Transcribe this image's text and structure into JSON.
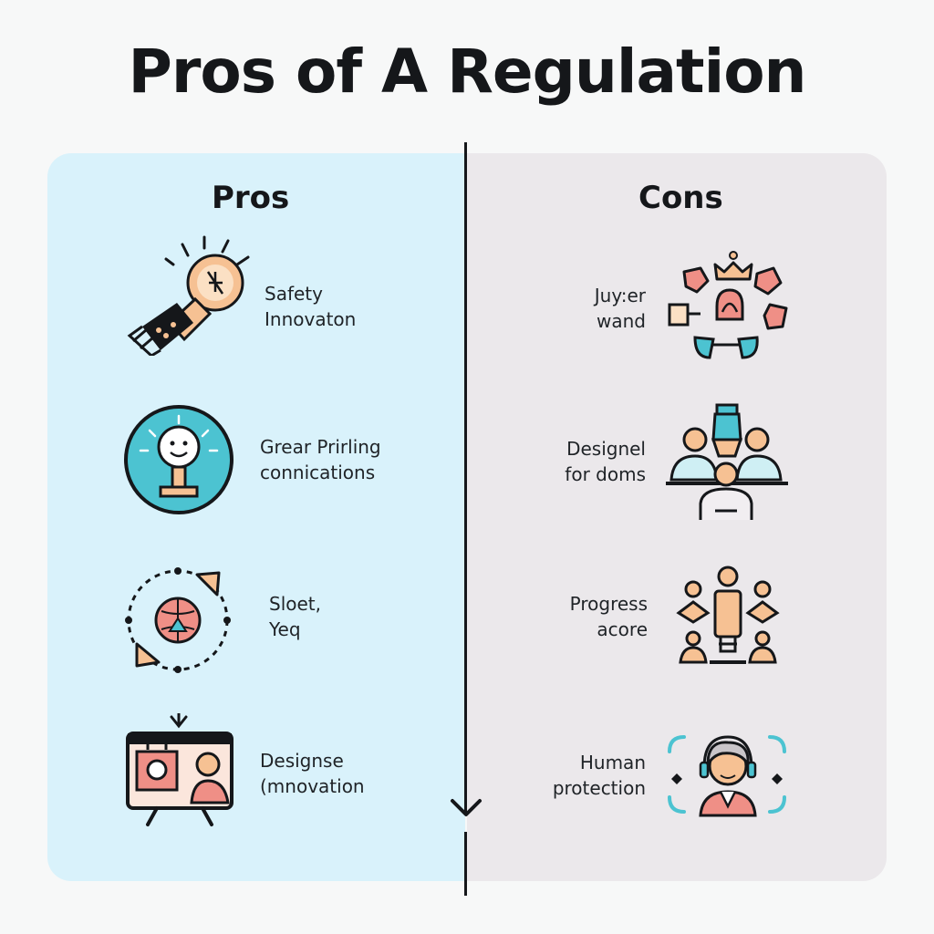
{
  "title": "Pros of A Regulation",
  "pros": {
    "heading": "Pros",
    "items": [
      {
        "line1": "Safety",
        "line2": "Innovaton",
        "icon": "lightbulb-hand-icon"
      },
      {
        "line1": "Grear Prirling",
        "line2": "connications",
        "icon": "smiling-lamp-badge-icon"
      },
      {
        "line1": "Sloet,",
        "line2": "Yeq",
        "icon": "globe-cycle-icon"
      },
      {
        "line1": "Designse",
        "line2": "(mnovation",
        "icon": "monitor-presentation-icon"
      }
    ]
  },
  "cons": {
    "heading": "Cons",
    "items": [
      {
        "line1": "Juy:er",
        "line2": "wand",
        "icon": "puzzle-circle-icon"
      },
      {
        "line1": "Designel",
        "line2": "for doms",
        "icon": "people-meeting-icon"
      },
      {
        "line1": "Progress",
        "line2": "acore",
        "icon": "group-pillar-icon"
      },
      {
        "line1": "Human",
        "line2": "protection",
        "icon": "headset-person-icon"
      }
    ]
  },
  "colors": {
    "pros_panel": "#d9f2fb",
    "cons_panel": "#ebe8eb",
    "teal": "#4cc3d1",
    "peach": "#f6c193",
    "coral": "#ef8f86",
    "ink": "#15171a"
  }
}
